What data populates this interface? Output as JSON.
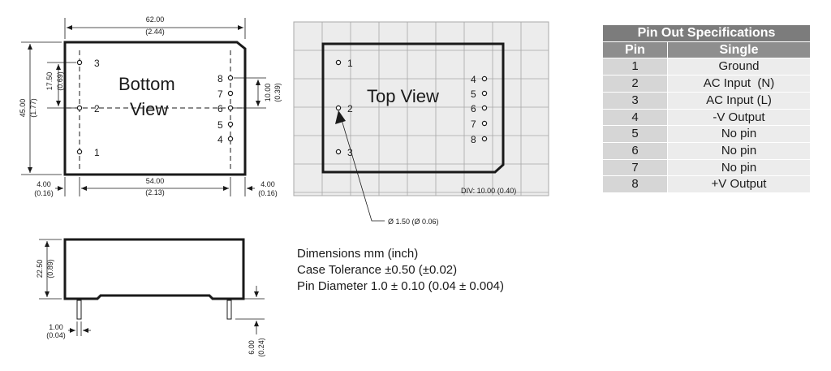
{
  "bottom_view": {
    "label_line1": "Bottom",
    "label_line2": "View",
    "pins_left": [
      "3",
      "2",
      "1"
    ],
    "pins_right": [
      "8",
      "7",
      "6",
      "5",
      "4"
    ],
    "dim_width": "62.00",
    "dim_width_in": "(2.44)",
    "dim_height": "45.00",
    "dim_height_in": "(1.77)",
    "dim_pin_row": "17.50",
    "dim_pin_row_in": "(0.69)",
    "dim_right_row": "10.00",
    "dim_right_row_in": "(0.39)",
    "dim_left_edge": "4.00",
    "dim_left_edge_in": "(0.16)",
    "dim_pin_span": "54.00",
    "dim_pin_span_in": "(2.13)",
    "dim_right_edge": "4.00",
    "dim_right_edge_in": "(0.16)"
  },
  "top_view": {
    "label": "Top View",
    "pins_left": [
      "1",
      "2",
      "3"
    ],
    "pins_right": [
      "4",
      "5",
      "6",
      "7",
      "8"
    ],
    "grid_note": "DIV: 10.00 (0.40)",
    "pin_callout": "Ø 1.50 (Ø 0.06)"
  },
  "side_view": {
    "dim_height": "22.50",
    "dim_height_in": "(0.89)",
    "dim_pin_width": "1.00",
    "dim_pin_width_in": "(0.04)",
    "dim_pin_length": "6.00",
    "dim_pin_length_in": "(0.24)"
  },
  "notes": {
    "line1": "Dimensions mm (inch)",
    "line2": "Case Tolerance ±0.50 (±0.02)",
    "line3": "Pin Diameter 1.0 ± 0.10 (0.04 ± 0.004)"
  },
  "pin_table": {
    "title": "Pin Out Specifications",
    "col_pin": "Pin",
    "col_function": "Single",
    "rows": [
      {
        "pin": "1",
        "function": "Ground"
      },
      {
        "pin": "2",
        "function": "AC Input  (N)"
      },
      {
        "pin": "3",
        "function": "AC Input (L)"
      },
      {
        "pin": "4",
        "function": "-V Output"
      },
      {
        "pin": "5",
        "function": "No pin"
      },
      {
        "pin": "6",
        "function": "No pin"
      },
      {
        "pin": "7",
        "function": "No pin"
      },
      {
        "pin": "8",
        "function": "+V Output"
      }
    ]
  },
  "colors": {
    "outline": "#1a1a1a",
    "grid_bg": "#ececec",
    "grid_line": "#a8a8a8",
    "table_title_bg": "#7c7c7c",
    "table_pin_bg": "#d6d6d6",
    "table_fn_bg": "#ececec"
  }
}
